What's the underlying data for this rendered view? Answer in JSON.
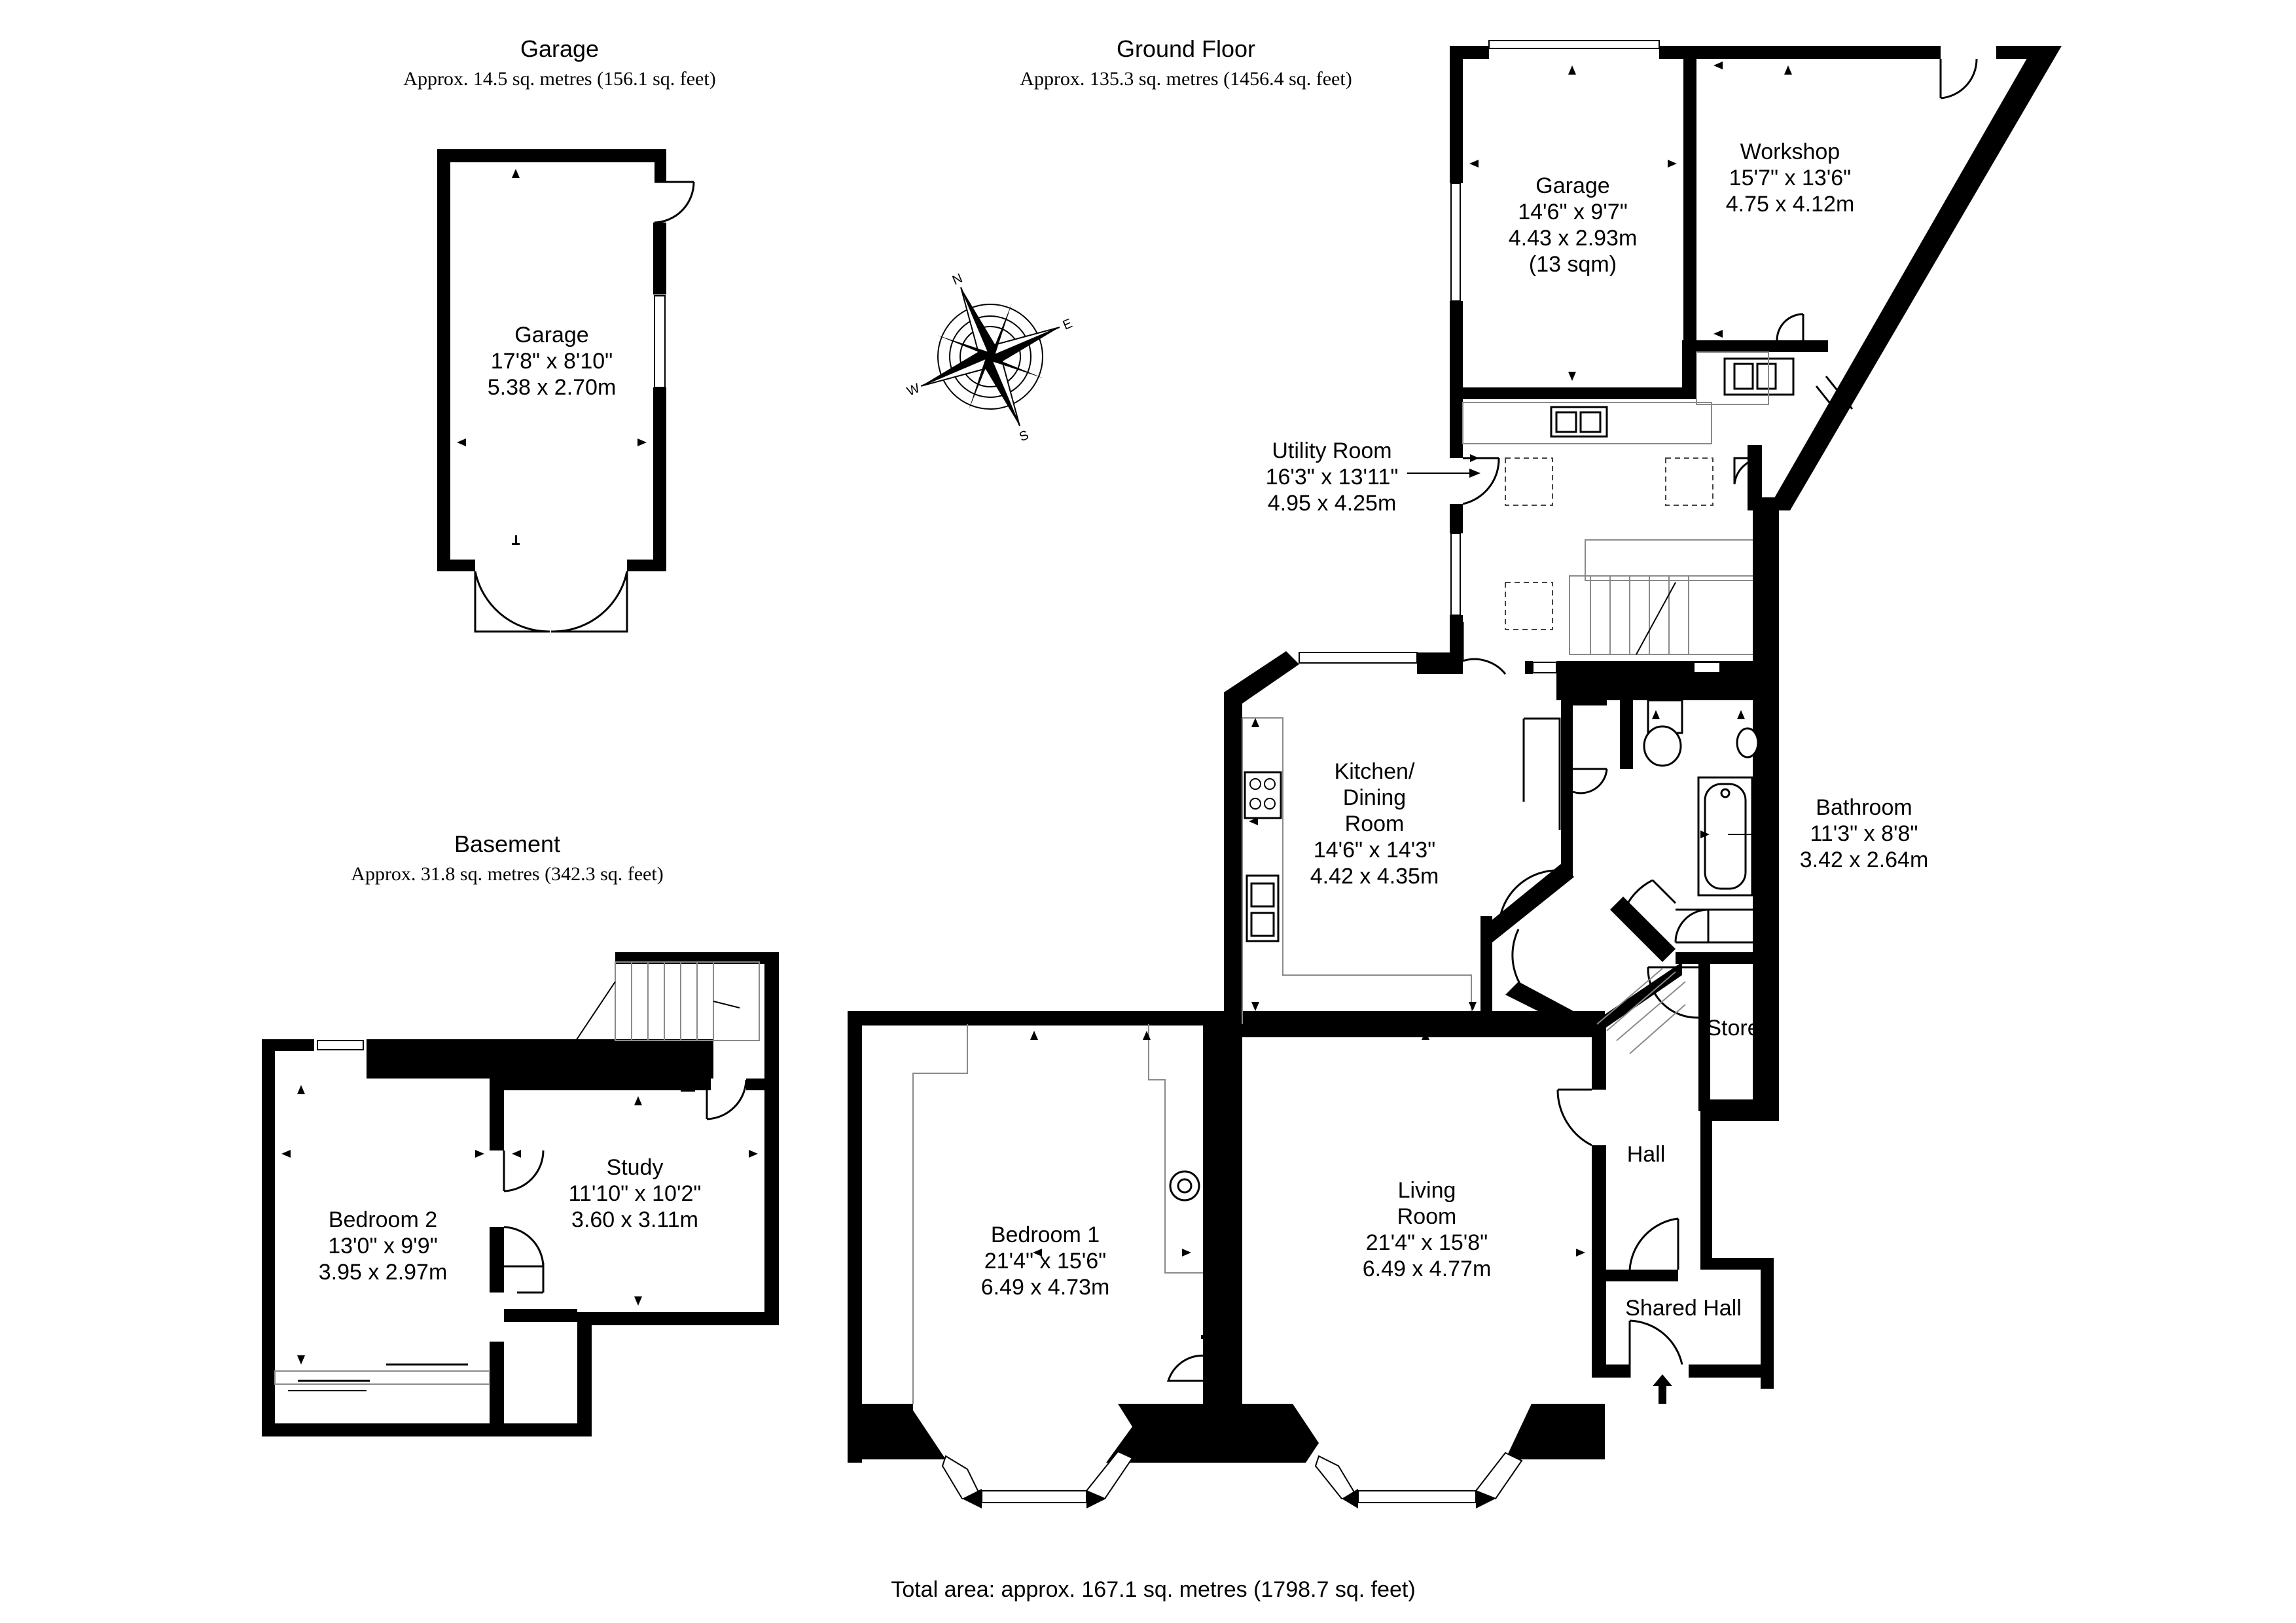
{
  "headers": {
    "garage": {
      "title": "Garage",
      "area": "Approx. 14.5 sq. metres (156.1 sq. feet)"
    },
    "ground_floor": {
      "title": "Ground Floor",
      "area": "Approx. 135.3 sq. metres (1456.4 sq. feet)"
    },
    "basement": {
      "title": "Basement",
      "area": "Approx. 31.8 sq. metres (342.3 sq. feet)"
    }
  },
  "rooms": {
    "detached_garage": {
      "name": "Garage",
      "imperial": "17'8\" x 8'10\"",
      "metric": "5.38 x 2.70m"
    },
    "garage": {
      "name": "Garage",
      "imperial": "14'6\" x 9'7\"",
      "metric": "4.43 x 2.93m",
      "area": "(13 sqm)"
    },
    "workshop": {
      "name": "Workshop",
      "imperial": "15'7\" x 13'6\"",
      "metric": "4.75 x 4.12m"
    },
    "utility_room": {
      "name": "Utility Room",
      "imperial": "16'3\" x 13'11\"",
      "metric": "4.95 x 4.25m"
    },
    "kitchen": {
      "line1": "Kitchen/",
      "line2": "Dining",
      "line3": "Room",
      "imperial": "14'6\" x 14'3\"",
      "metric": "4.42 x 4.35m"
    },
    "bathroom": {
      "name": "Bathroom",
      "imperial": "11'3\" x 8'8\"",
      "metric": "3.42 x 2.64m"
    },
    "store": {
      "name": "Store"
    },
    "hall": {
      "name": "Hall"
    },
    "shared_hall": {
      "name": "Shared Hall"
    },
    "bedroom1": {
      "name": "Bedroom 1",
      "imperial": "21'4\" x 15'6\"",
      "metric": "6.49 x 4.73m"
    },
    "living": {
      "line1": "Living",
      "line2": "Room",
      "imperial": "21'4\" x 15'8\"",
      "metric": "6.49 x 4.77m"
    },
    "bedroom2": {
      "name": "Bedroom 2",
      "imperial": "13'0\" x 9'9\"",
      "metric": "3.95 x 2.97m"
    },
    "study": {
      "name": "Study",
      "imperial": "11'10\" x 10'2\"",
      "metric": "3.60 x 3.11m"
    }
  },
  "total_area": "Total area: approx. 167.1 sq. metres (1798.7 sq. feet)",
  "compass": {
    "icon": "compass-rose-icon",
    "labels": [
      "N",
      "E",
      "S",
      "W"
    ]
  },
  "colors": {
    "walls": "#000000",
    "background": "#ffffff"
  }
}
